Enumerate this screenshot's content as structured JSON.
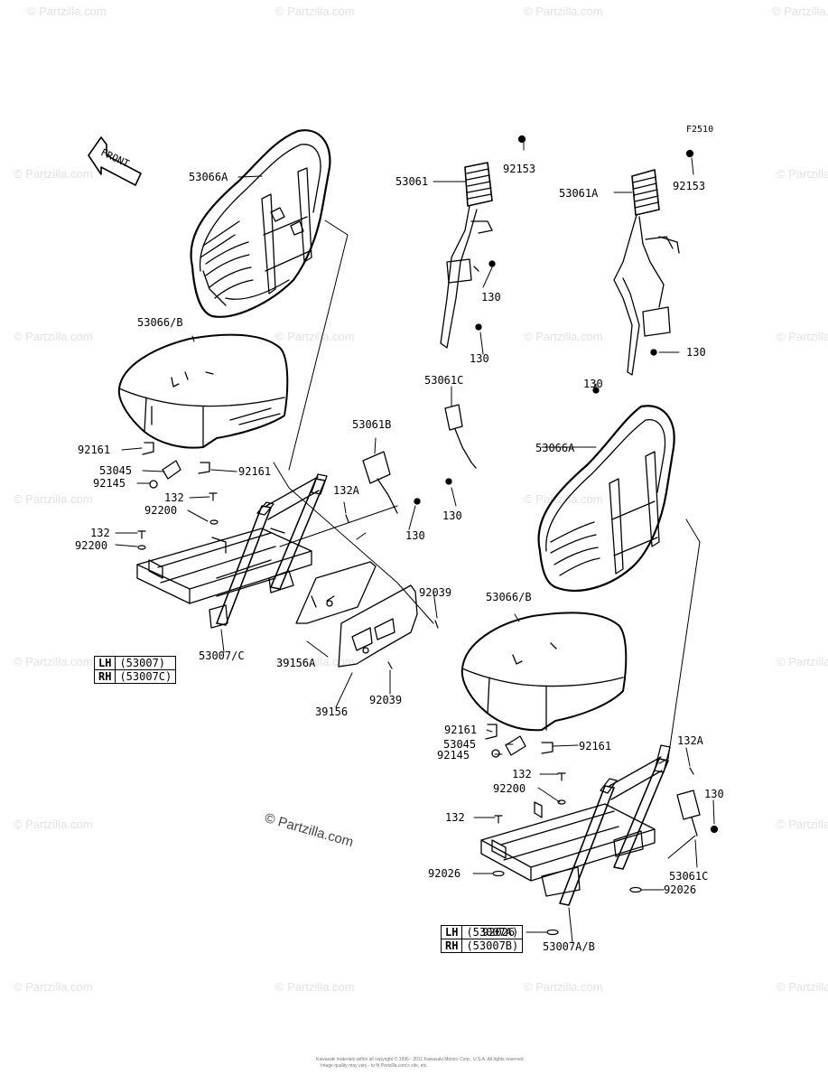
{
  "figure_code": "F2510",
  "front_label": "FRONT",
  "credit": "© Partzilla.com",
  "watermark": "© Partzilla.com",
  "copyright_line1": "Kawasaki materials within all copyright © 1995 - 2011 Kawasaki Motors Corp., U.S.A. All rights reserved.",
  "copyright_line2": "Image quality may vary - to fit Partzilla.com's site, etc.",
  "part_labels": [
    "53066A",
    "53066/B",
    "92161",
    "53045",
    "92145",
    "132",
    "92200",
    "132",
    "92200",
    "92161",
    "132A",
    "53061B",
    "130",
    "53061",
    "92153",
    "130",
    "130",
    "53061A",
    "92153",
    "130",
    "130",
    "53061C",
    "130",
    "53066A",
    "53066/B",
    "53007/C",
    "39156A",
    "39156",
    "92039",
    "92039",
    "92161",
    "53045",
    "92145",
    "92161",
    "132",
    "92200",
    "132A",
    "132",
    "130",
    "92026",
    "53061C",
    "92026",
    "92026",
    "53007A/B"
  ],
  "legend_left": {
    "rows": [
      {
        "side": "LH",
        "part": "(53007)"
      },
      {
        "side": "RH",
        "part": "(53007C)"
      }
    ]
  },
  "legend_right": {
    "rows": [
      {
        "side": "LH",
        "part": "(53007A)"
      },
      {
        "side": "RH",
        "part": "(53007B)"
      }
    ]
  }
}
